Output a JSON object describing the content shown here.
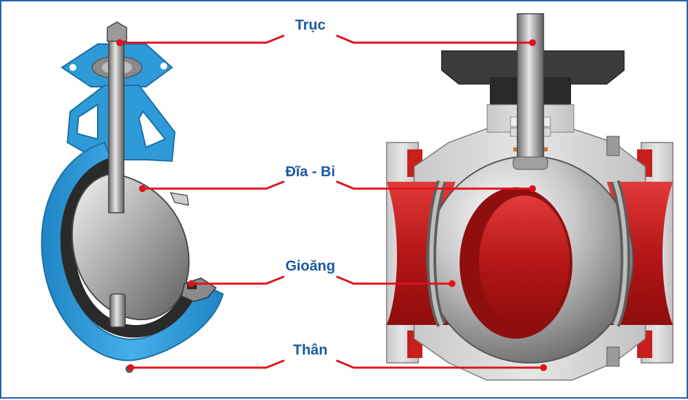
{
  "labels": {
    "shaft": "Trục",
    "disc_ball": "Đĩa - Bi",
    "seal": "Gioăng",
    "body": "Thân"
  },
  "colors": {
    "label_text": "#1a5aa0",
    "leader_line": "#e0121b",
    "frame_border": "#1f5fa8",
    "butterfly_body": "#2e9ad8",
    "ball_valve_body": "#d8d8d8",
    "ball_valve_bore": "#c81e1e"
  },
  "icons": {
    "left": "butterfly-valve-cutaway",
    "right": "ball-valve-cutaway"
  }
}
